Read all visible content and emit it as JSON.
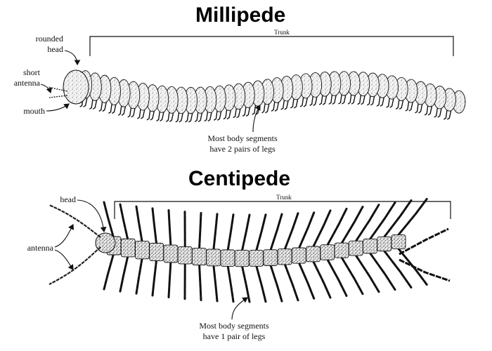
{
  "millipede": {
    "title": "Millipede",
    "trunk_label": "Trunk",
    "labels": {
      "rounded_head": "rounded\nhead",
      "short_antenna": "short\nantenna",
      "mouth": "mouth",
      "segments_note": "Most body segments\nhave 2 pairs of legs"
    }
  },
  "centipede": {
    "title": "Centipede",
    "trunk_label": "Trunk",
    "labels": {
      "head": "head",
      "antenna": "antenna",
      "segments_note": "Most body segments\nhave 1 pair of legs"
    }
  },
  "colors": {
    "ink": "#111111",
    "body_fill": "#f2f2f2",
    "stipple": "#444444"
  }
}
